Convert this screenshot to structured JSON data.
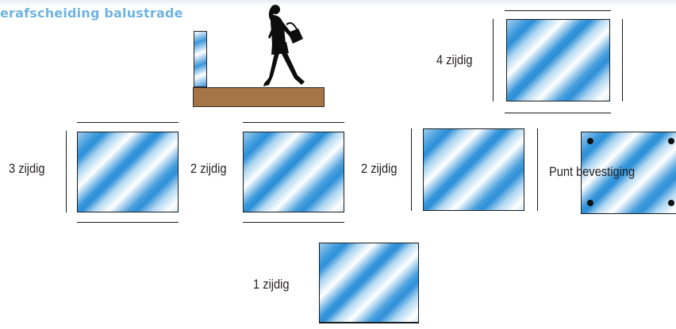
{
  "title": "erafscheiding balustrade",
  "labels": {
    "four_sided": "4 zijdig",
    "three_sided": "3 zijdig",
    "two_sided_a": "2 zijdig",
    "two_sided_b": "2 zijdig",
    "point_fixing": "Punt bevestiging",
    "one_sided": "1 zijdig"
  },
  "colors": {
    "title": "#6fb3e3",
    "glass_blue": "#2c8fd8",
    "floor": "#a57447",
    "outline": "#1b1b1b"
  },
  "icons": {
    "person": "walking-person-icon"
  }
}
